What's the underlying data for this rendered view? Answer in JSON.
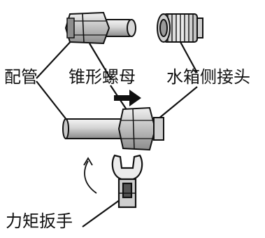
{
  "labels": {
    "pipe": "配管",
    "flare_nut": "锥形螺母",
    "tank_connector": "水箱侧接头",
    "torque_wrench": "力矩扳手"
  },
  "colors": {
    "line": "#111111",
    "metal_light": "#e8e8e8",
    "metal_mid": "#b5b5b5",
    "metal_dark": "#7a7a7a",
    "background": "#ffffff"
  }
}
